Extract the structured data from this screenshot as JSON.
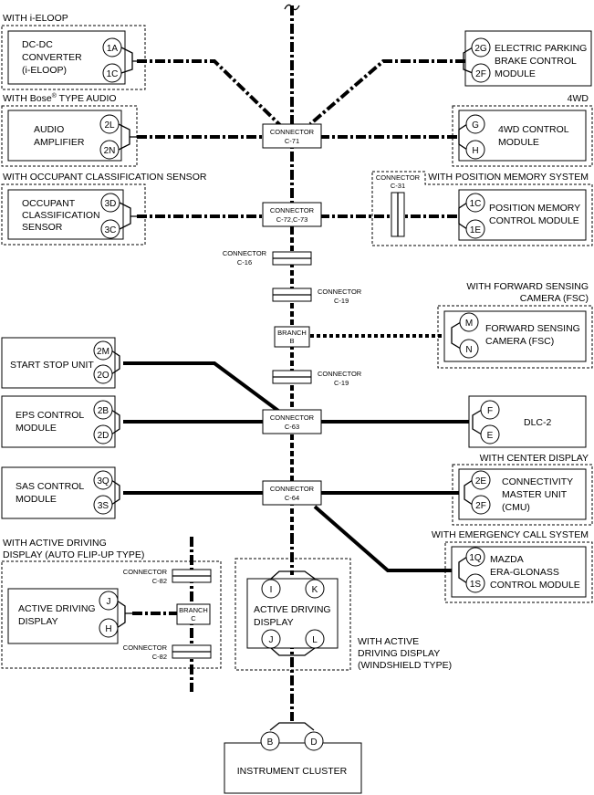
{
  "diagram": {
    "groups": {
      "i_eloop": "WITH i-ELOOP",
      "bose_pre": "WITH Bose",
      "bose_sup": "®",
      "bose_post": " TYPE AUDIO",
      "fwd4": "4WD",
      "occupant": "WITH OCCUPANT CLASSIFICATION SENSOR",
      "position_memory": "WITH POSITION MEMORY SYSTEM",
      "fsc_1": "WITH FORWARD SENSING",
      "fsc_2": "CAMERA (FSC)",
      "center_display": "WITH CENTER DISPLAY",
      "emergency": "WITH EMERGENCY CALL SYSTEM",
      "add_flip_1": "WITH ACTIVE DRIVING",
      "add_flip_2": "DISPLAY (AUTO FLIP-UP TYPE)",
      "add_ws_1": "WITH ACTIVE",
      "add_ws_2": "DRIVING DISPLAY",
      "add_ws_3": "(WINDSHIELD TYPE)"
    },
    "modules": {
      "dcdc": [
        "DC-DC",
        "CONVERTER",
        "(i-ELOOP)"
      ],
      "epb": [
        "ELECTRIC PARKING",
        "BRAKE CONTROL",
        "MODULE"
      ],
      "audio": [
        "AUDIO",
        "AMPLIFIER"
      ],
      "awd": [
        "4WD CONTROL",
        "MODULE"
      ],
      "ocs": [
        "OCCUPANT",
        "CLASSIFICATION",
        "SENSOR"
      ],
      "pmcm": [
        "POSITION MEMORY",
        "CONTROL MODULE"
      ],
      "fsc": [
        "FORWARD SENSING",
        "CAMERA (FSC)"
      ],
      "ssu": [
        "START STOP UNIT"
      ],
      "eps": [
        "EPS CONTROL",
        "MODULE"
      ],
      "dlc": [
        "DLC-2"
      ],
      "sas": [
        "SAS CONTROL",
        "MODULE"
      ],
      "cmu": [
        "CONNECTIVITY",
        "MASTER UNIT",
        "(CMU)"
      ],
      "era": [
        "MAZDA",
        "ERA-GLONASS",
        "CONTROL MODULE"
      ],
      "add_flip": [
        "ACTIVE DRIVING",
        "DISPLAY"
      ],
      "add_ws": [
        "ACTIVE DRIVING",
        "DISPLAY"
      ],
      "ic": [
        "INSTRUMENT CLUSTER"
      ]
    },
    "pins": {
      "dcdc": [
        "1A",
        "1C"
      ],
      "epb": [
        "2G",
        "2F"
      ],
      "audio": [
        "2L",
        "2N"
      ],
      "awd": [
        "G",
        "H"
      ],
      "ocs": [
        "3D",
        "3C"
      ],
      "pmcm": [
        "1C",
        "1E"
      ],
      "fsc": [
        "M",
        "N"
      ],
      "ssu": [
        "2M",
        "2O"
      ],
      "eps": [
        "2B",
        "2D"
      ],
      "dlc": [
        "F",
        "E"
      ],
      "sas": [
        "3Q",
        "3S"
      ],
      "cmu": [
        "2E",
        "2F"
      ],
      "era": [
        "1Q",
        "1S"
      ],
      "add_flip": [
        "J",
        "H"
      ],
      "add_ws": [
        "I",
        "K",
        "J",
        "L"
      ],
      "ic": [
        "B",
        "D"
      ]
    },
    "connectors": {
      "c71": [
        "CONNECTOR",
        "C-71"
      ],
      "c7273": [
        "CONNECTOR",
        "C-72,C-73"
      ],
      "c31": [
        "CONNECTOR",
        "C-31"
      ],
      "c16": [
        "CONNECTOR",
        "C-16"
      ],
      "c19a": [
        "CONNECTOR",
        "C-19"
      ],
      "branch_b": [
        "BRANCH",
        "B"
      ],
      "c19b": [
        "CONNECTOR",
        "C-19"
      ],
      "c63": [
        "CONNECTOR",
        "C-63"
      ],
      "c64": [
        "CONNECTOR",
        "C-64"
      ],
      "c82a": [
        "CONNECTOR",
        "C-82"
      ],
      "branch_c": [
        "BRANCH",
        "C"
      ],
      "c82b": [
        "CONNECTOR",
        "C-82"
      ]
    }
  }
}
